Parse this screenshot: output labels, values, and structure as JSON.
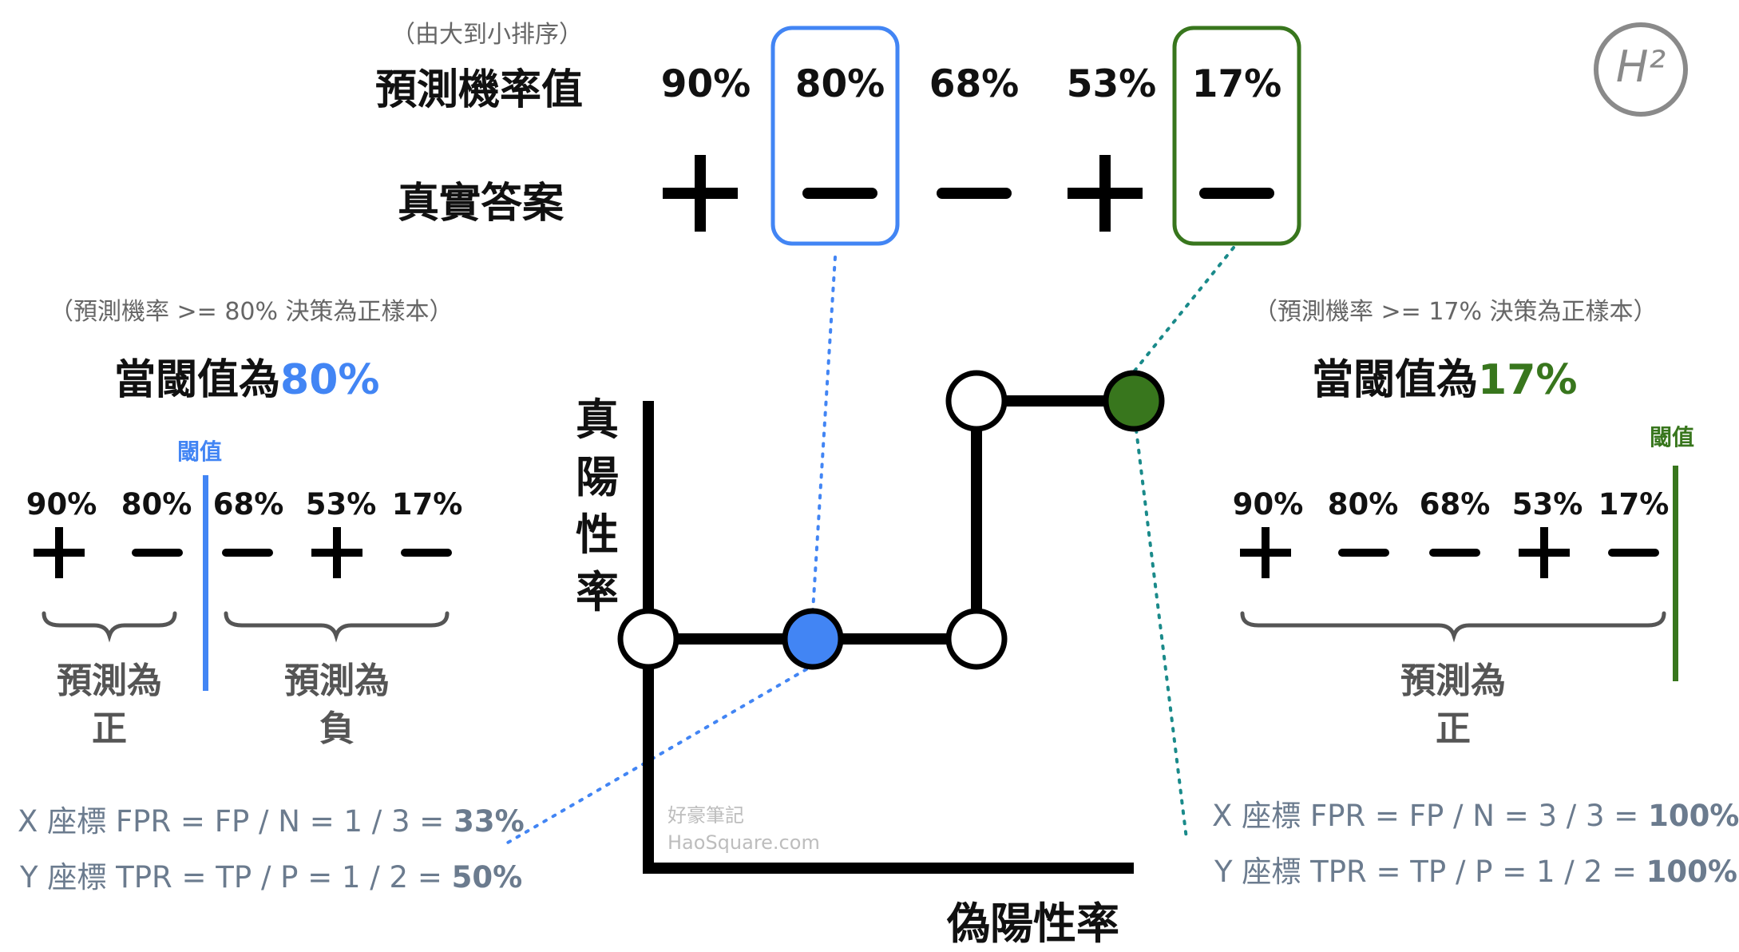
{
  "colors": {
    "blue": "#4285f4",
    "green": "#38761d",
    "black": "#000000",
    "grey": "#666666",
    "coord": "#6b7b8e"
  },
  "top": {
    "sort_note": "（由大到小排序）",
    "prob_label": "預測機率值",
    "truth_label": "真實答案",
    "probabilities": [
      "90%",
      "80%",
      "68%",
      "53%",
      "17%"
    ],
    "answers": [
      "+",
      "−",
      "−",
      "+",
      "−"
    ]
  },
  "left": {
    "note": "（預測機率 >= 80% 決策為正樣本）",
    "heading": "當閾值為",
    "threshold": "80%",
    "threshold_label": "閾值",
    "probabilities": [
      "90%",
      "80%",
      "68%",
      "53%",
      "17%"
    ],
    "answers": [
      "+",
      "−",
      "−",
      "+",
      "−"
    ],
    "pred_positive": [
      "預測為",
      "正"
    ],
    "pred_negative": [
      "預測為",
      "負"
    ],
    "x_coord": {
      "text": "X 座標 FPR = FP / N = 1 / 3 = ",
      "value": "33%"
    },
    "y_coord": {
      "text": "Y 座標 TPR = TP / P = 1 / 2 = ",
      "value": "50%"
    }
  },
  "right": {
    "note": "（預測機率 >= 17% 決策為正樣本）",
    "heading": "當閾值為",
    "threshold": "17%",
    "threshold_label": "閾值",
    "probabilities": [
      "90%",
      "80%",
      "68%",
      "53%",
      "17%"
    ],
    "answers": [
      "+",
      "−",
      "−",
      "+",
      "−"
    ],
    "pred_positive": [
      "預測為",
      "正"
    ],
    "x_coord": {
      "text": "X 座標 FPR = FP / N = 3 / 3 = ",
      "value": "100%"
    },
    "y_coord": {
      "text": "Y 座標 TPR = TP / P = 1 / 2 = ",
      "value": "100%"
    }
  },
  "chart": {
    "y_axis_label": [
      "真",
      "陽",
      "性",
      "率"
    ],
    "x_axis_label": "偽陽性率",
    "watermark": [
      "好豪筆記",
      "HaoSquare.com"
    ],
    "logo_text": "H²"
  }
}
